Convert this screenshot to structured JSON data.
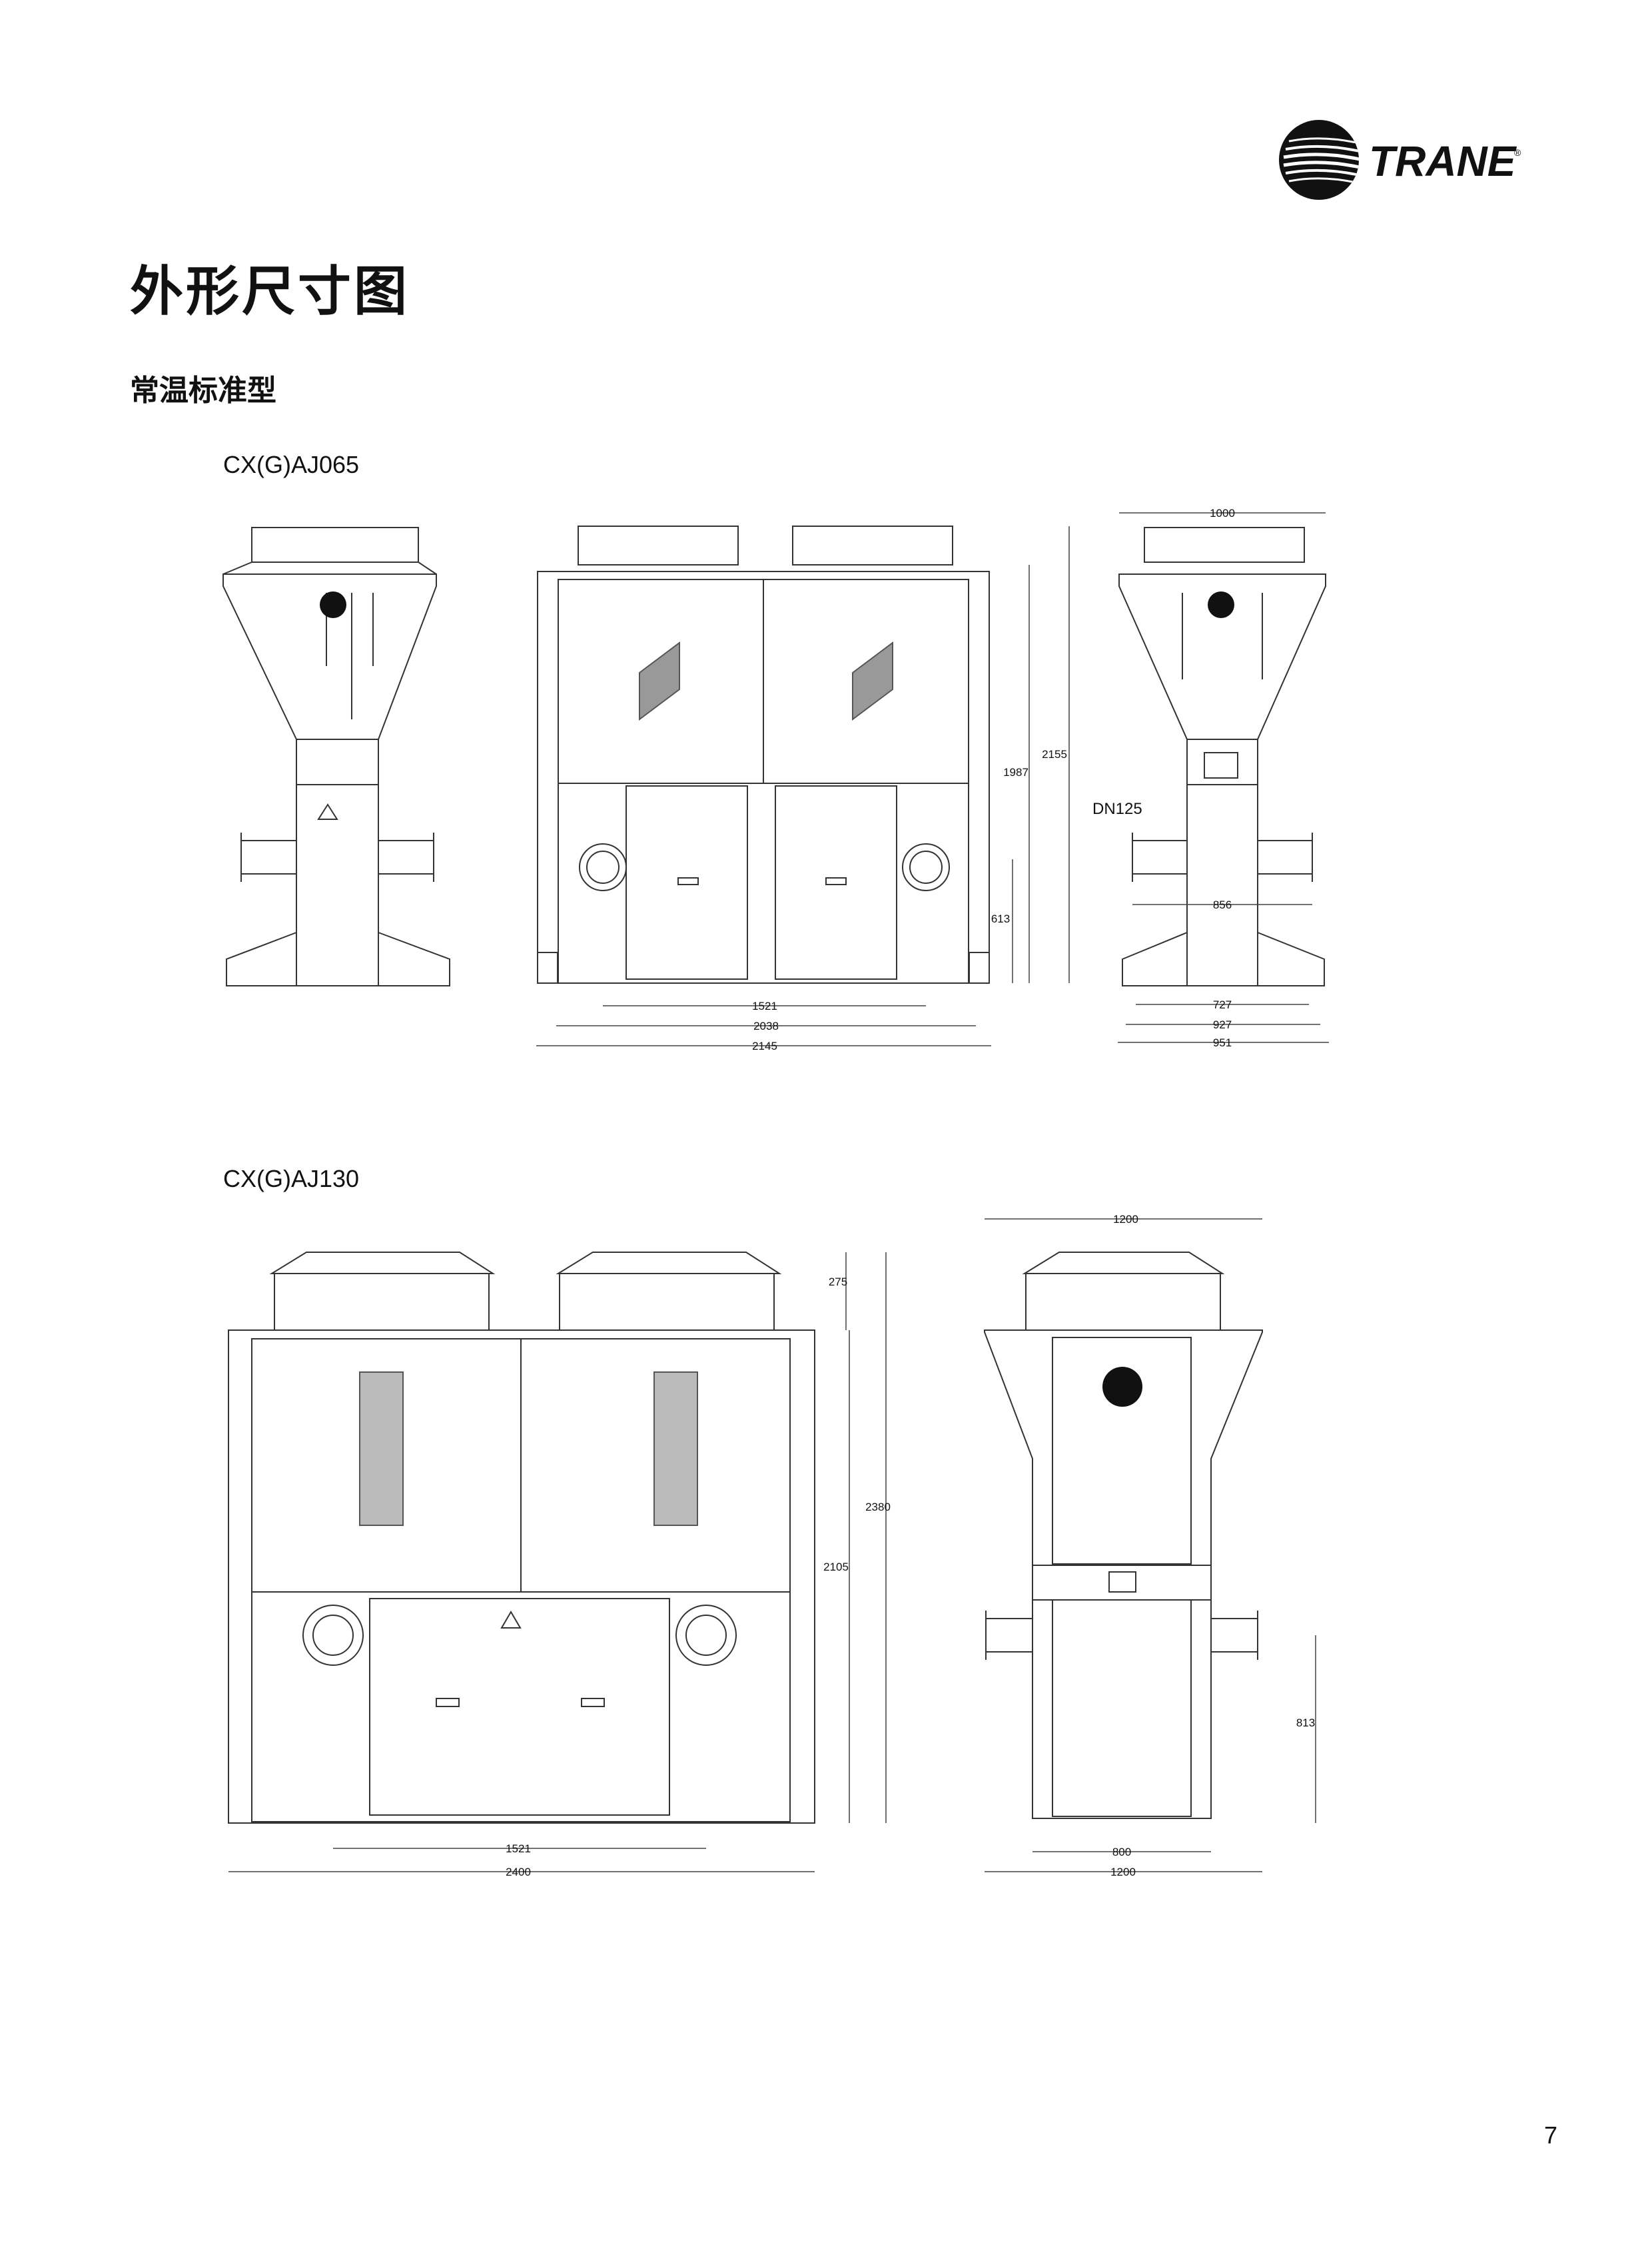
{
  "page": {
    "title": "外形尺寸图",
    "section": "常温标准型",
    "page_number": "7"
  },
  "brand": {
    "name": "TRANE",
    "registered": "®",
    "color": "#111111"
  },
  "models": [
    {
      "name": "CX(G)AJ065",
      "front_dims": {
        "flange_spacing": "1521",
        "base_width": "2038",
        "overall_width": "2145",
        "height_frame": "1987",
        "height_overall": "2155",
        "connection_height": "613"
      },
      "side_dims": {
        "top_width": "1000",
        "pipe_span": "856",
        "connection": "DN125",
        "base_inner": "727",
        "base_mid": "927",
        "base_outer": "951"
      }
    },
    {
      "name": "CX(G)AJ130",
      "front_dims": {
        "fan_height": "275",
        "height_overall": "2380",
        "height_frame": "2105",
        "flange_spacing": "1521",
        "overall_width": "2400"
      },
      "side_dims": {
        "top_width": "1200",
        "connection_height": "813",
        "base_width": "800",
        "overall_width": "1200"
      }
    }
  ]
}
